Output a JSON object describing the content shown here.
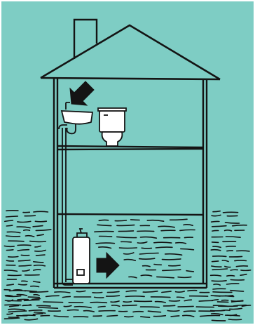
{
  "colors": {
    "background": "#7ecdc4",
    "ink": "#141414",
    "fixture_fill": "#ffffff",
    "border": "#ffffff"
  },
  "icons": {
    "upper_arrow": "arrow-down-left-icon",
    "lower_arrow": "arrow-right-icon"
  },
  "scene": {
    "subject": "house-cross-section",
    "fixtures": [
      "sink",
      "toilet",
      "water-heater"
    ]
  }
}
